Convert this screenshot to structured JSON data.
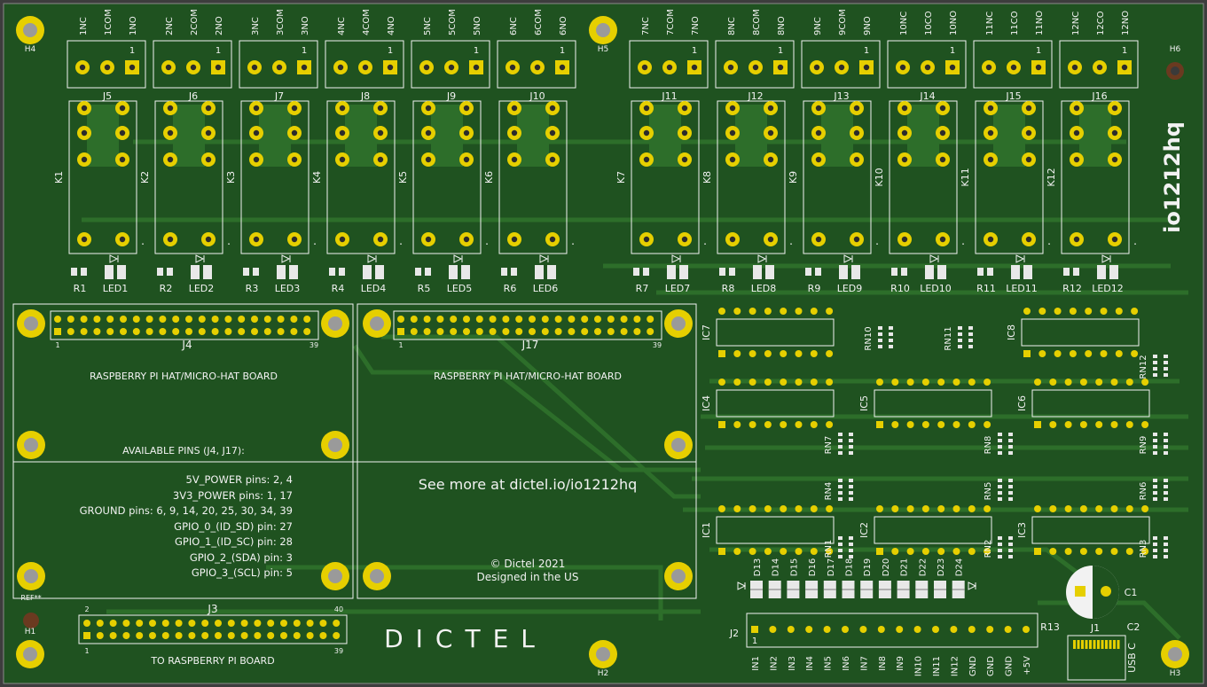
{
  "board": {
    "name": "io1212hq",
    "colors": {
      "pcb": "#1f5220",
      "trace": "#2d6e2a",
      "pad": "#e6cf00",
      "silk": "#f2f2f2",
      "hole": "#3a3a3a"
    }
  },
  "mount_holes": [
    {
      "label": "H4"
    },
    {
      "label": "H5"
    },
    {
      "label": "H6"
    },
    {
      "label": "H1"
    },
    {
      "label": "H2"
    },
    {
      "label": "H3"
    }
  ],
  "terminals": [
    {
      "ref": "J5",
      "pins": [
        "1NC",
        "1COM",
        "1NO"
      ]
    },
    {
      "ref": "J6",
      "pins": [
        "2NC",
        "2COM",
        "2NO"
      ]
    },
    {
      "ref": "J7",
      "pins": [
        "3NC",
        "3COM",
        "3NO"
      ]
    },
    {
      "ref": "J8",
      "pins": [
        "4NC",
        "4COM",
        "4NO"
      ]
    },
    {
      "ref": "J9",
      "pins": [
        "5NC",
        "5COM",
        "5NO"
      ]
    },
    {
      "ref": "J10",
      "pins": [
        "6NC",
        "6COM",
        "6NO"
      ]
    },
    {
      "ref": "J11",
      "pins": [
        "7NC",
        "7COM",
        "7NO"
      ]
    },
    {
      "ref": "J12",
      "pins": [
        "8NC",
        "8COM",
        "8NO"
      ]
    },
    {
      "ref": "J13",
      "pins": [
        "9NC",
        "9COM",
        "9NO"
      ]
    },
    {
      "ref": "J14",
      "pins": [
        "10NC",
        "10CO",
        "10NO"
      ]
    },
    {
      "ref": "J15",
      "pins": [
        "11NC",
        "11CO",
        "11NO"
      ]
    },
    {
      "ref": "J16",
      "pins": [
        "12NC",
        "12CO",
        "12NO"
      ]
    }
  ],
  "pin_one_mark": "1",
  "relays": [
    "K1",
    "K2",
    "K3",
    "K4",
    "K5",
    "K6",
    "K7",
    "K8",
    "K9",
    "K10",
    "K11",
    "K12"
  ],
  "resistors": [
    "R1",
    "R2",
    "R3",
    "R4",
    "R5",
    "R6",
    "R7",
    "R8",
    "R9",
    "R10",
    "R11",
    "R12"
  ],
  "leds": [
    "LED1",
    "LED2",
    "LED3",
    "LED4",
    "LED5",
    "LED6",
    "LED7",
    "LED8",
    "LED9",
    "LED10",
    "LED11",
    "LED12"
  ],
  "headers": {
    "j4": {
      "ref": "J4",
      "pin_first": "1",
      "pin_last": "39"
    },
    "j17": {
      "ref": "J17",
      "pin_first": "1",
      "pin_last": "39"
    },
    "j3": {
      "ref": "J3",
      "pin_top_first": "2",
      "pin_top_last": "40",
      "pin_bottom_first": "1",
      "pin_bottom_last": "39",
      "caption": "TO RASPBERRY PI BOARD"
    }
  },
  "hat_label": "RASPBERRY PI HAT/MICRO-HAT BOARD",
  "available_pins": {
    "title": "AVAILABLE PINS (J4, J17):",
    "lines": [
      "5V_POWER pins: 2, 4",
      "3V3_POWER pins: 1, 17",
      "GROUND pins: 6, 9, 14, 20, 25, 30, 34, 39",
      "GPIO_0_(ID_SD) pin: 27",
      "GPIO_1_(ID_SC) pin: 28",
      "GPIO_2_(SDA) pin: 3",
      "GPIO_3_(SCL) pin: 5"
    ]
  },
  "see_more": "See more at dictel.io/io1212hq",
  "copyright": "© Dictel 2021",
  "designed": "Designed in the US",
  "logo_text": "DICTEL",
  "ics": [
    "IC7",
    "IC8",
    "IC4",
    "IC5",
    "IC6",
    "IC1",
    "IC2",
    "IC3"
  ],
  "resistor_networks": [
    "RN10",
    "RN11",
    "RN12",
    "RN7",
    "RN8",
    "RN9",
    "RN4",
    "RN5",
    "RN6",
    "RN1",
    "RN2",
    "RN3"
  ],
  "diodes": [
    "D13",
    "D14",
    "D15",
    "D16",
    "D17",
    "D18",
    "D19",
    "D20",
    "D21",
    "D22",
    "D23",
    "D24"
  ],
  "input_connector": {
    "ref": "J2",
    "pins": [
      "IN1",
      "IN2",
      "IN3",
      "IN4",
      "IN5",
      "IN6",
      "IN7",
      "IN8",
      "IN9",
      "IN10",
      "IN11",
      "IN12",
      "GND",
      "GND",
      "GND",
      "+5V"
    ]
  },
  "power": {
    "c1": "C1",
    "c2": "C2",
    "r13": "R13",
    "j1": "J1",
    "usb": "USB C"
  },
  "ref_marker": "REF**"
}
